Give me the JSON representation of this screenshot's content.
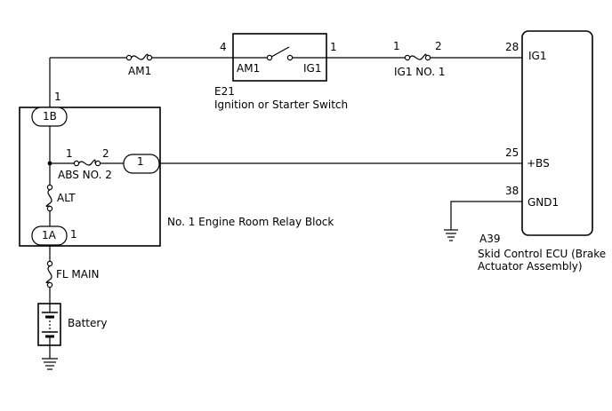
{
  "wires": {
    "fuse_am1": "AM1",
    "fuse_ig1_no1": "IG1 NO. 1",
    "fuse_abs_no2": "ABS NO. 2",
    "fuse_alt": "ALT",
    "fuse_fl_main": "FL MAIN"
  },
  "ignition_switch": {
    "code": "E21",
    "name": "Ignition or Starter Switch",
    "pin_left": "4",
    "pin_right": "1",
    "label_left": "AM1",
    "label_right": "IG1"
  },
  "fuse_pins": {
    "ig1_left": "1",
    "ig1_right": "2",
    "abs_left": "1",
    "abs_right": "2"
  },
  "relay_block": {
    "name": "No. 1 Engine Room Relay Block",
    "connector_top": "1B",
    "connector_top_pin": "1",
    "connector_bottom": "1A",
    "connector_bottom_pin": "1",
    "output_terminal": "1"
  },
  "ecu": {
    "code": "A39",
    "name_line1": "Skid Control ECU (Brake",
    "name_line2": "Actuator Assembly)",
    "pins": [
      {
        "num": "28",
        "name": "IG1"
      },
      {
        "num": "25",
        "name": "+BS"
      },
      {
        "num": "38",
        "name": "GND1"
      }
    ]
  },
  "battery": {
    "label": "Battery"
  }
}
